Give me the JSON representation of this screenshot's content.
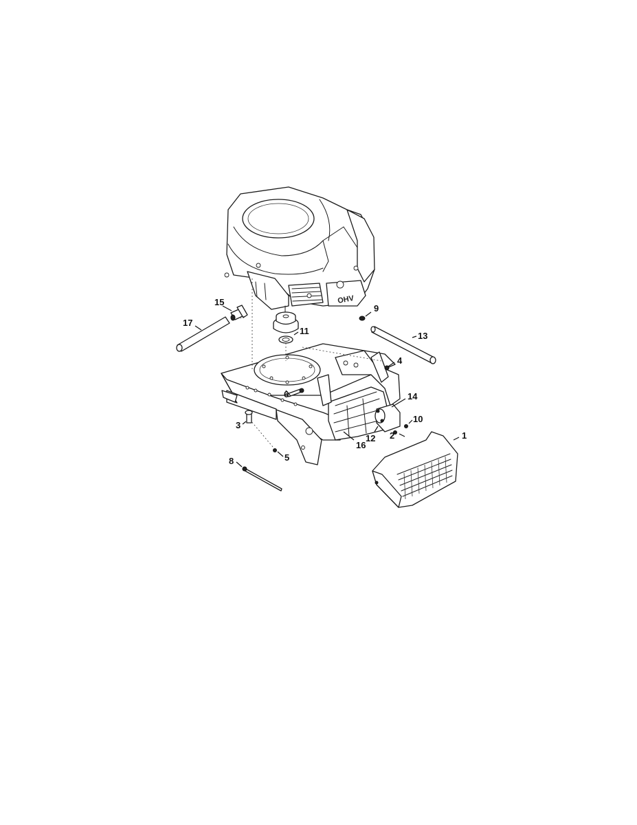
{
  "callouts": [
    {
      "id": "callout-1",
      "label": "1"
    },
    {
      "id": "callout-2",
      "label": "2"
    },
    {
      "id": "callout-3",
      "label": "3"
    },
    {
      "id": "callout-4",
      "label": "4"
    },
    {
      "id": "callout-5",
      "label": "5"
    },
    {
      "id": "callout-6",
      "label": "6"
    },
    {
      "id": "callout-8",
      "label": "8"
    },
    {
      "id": "callout-9",
      "label": "9"
    },
    {
      "id": "callout-10",
      "label": "10"
    },
    {
      "id": "callout-11",
      "label": "11"
    },
    {
      "id": "callout-12",
      "label": "12"
    },
    {
      "id": "callout-13",
      "label": "13"
    },
    {
      "id": "callout-14",
      "label": "14"
    },
    {
      "id": "callout-15",
      "label": "15"
    },
    {
      "id": "callout-16",
      "label": "16"
    },
    {
      "id": "callout-17",
      "label": "17"
    }
  ]
}
